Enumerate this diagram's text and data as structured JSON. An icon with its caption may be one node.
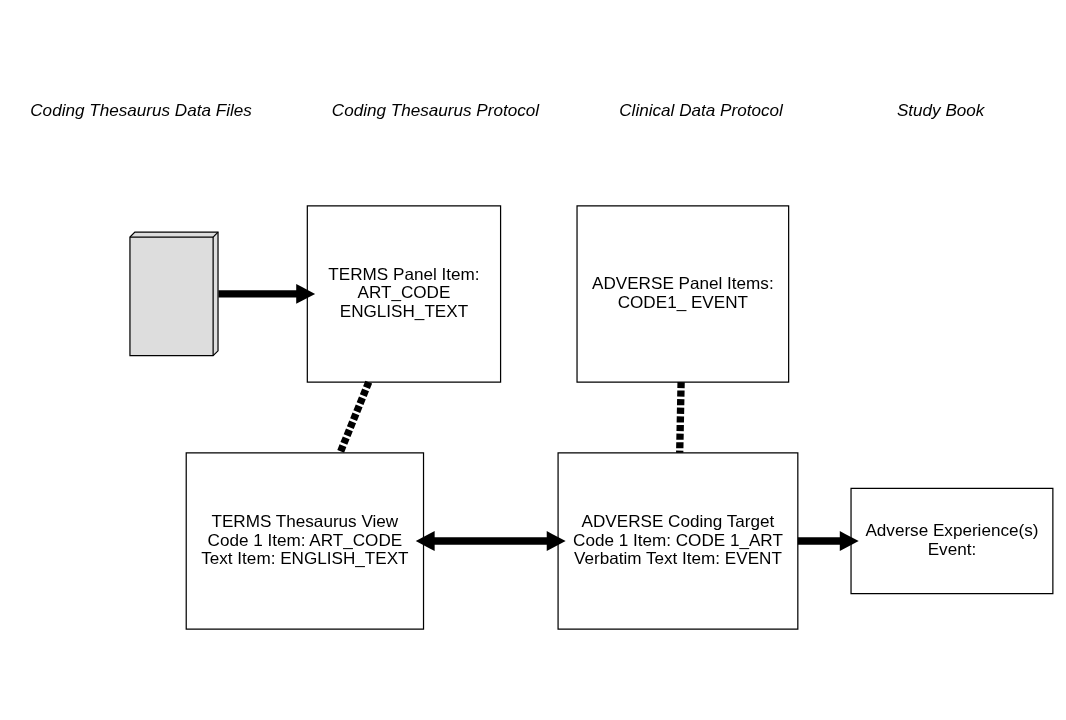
{
  "diagram": {
    "nodes": [
      {
        "text": [],
        "shape": "box"
      },
      {
        "text": [
          "TERMS Panel Item:",
          "ART_CODE",
          "ENGLISH_TEXT"
        ]
      },
      {
        "text": [
          "ADVERSE Panel Items:",
          "CODE1_ EVENT"
        ]
      },
      {
        "text": [
          "TERMS Thesaurus View",
          "Code 1 Item: ART_CODE",
          "Text Item: ENGLISH_TEXT"
        ]
      },
      {
        "text": [
          "ADVERSE Coding Target",
          "Code 1 Item: CODE 1_ART",
          "Verbatim Text Item: EVENT"
        ]
      },
      {
        "text": [
          "Adverse Experience(s)",
          "Event:"
        ]
      }
    ],
    "edges": [
      {
        "from": 0,
        "to": 1,
        "arrow": "to"
      },
      {
        "from": 1,
        "to": 3,
        "arrow": "none",
        "style": "dashed"
      },
      {
        "from": 2,
        "to": 4,
        "arrow": "none",
        "style": "dashed"
      },
      {
        "from": 3,
        "to": 4,
        "arrow": "both"
      },
      {
        "from": 4,
        "to": 5,
        "arrow": "to"
      }
    ],
    "labels": [
      "Coding Thesaurus Data Files",
      "Coding Thesaurus Protocol",
      "Clinical Data Protocol",
      "Study Book"
    ]
  }
}
